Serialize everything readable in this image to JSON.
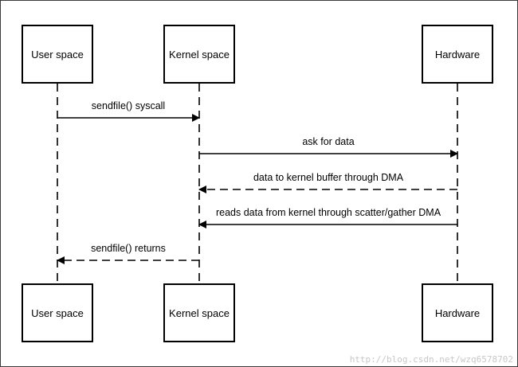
{
  "participants": [
    {
      "id": "user",
      "label": "User space"
    },
    {
      "id": "kernel",
      "label": "Kernel space"
    },
    {
      "id": "hardware",
      "label": "Hardware"
    }
  ],
  "messages": [
    {
      "from": "user",
      "to": "kernel",
      "label": "sendfile() syscall",
      "style": "solid"
    },
    {
      "from": "kernel",
      "to": "hardware",
      "label": "ask for data",
      "style": "solid"
    },
    {
      "from": "hardware",
      "to": "kernel",
      "label": "data to kernel buffer through DMA",
      "style": "dashed"
    },
    {
      "from": "hardware",
      "to": "kernel",
      "label": "reads data from kernel through scatter/gather DMA",
      "style": "solid"
    },
    {
      "from": "kernel",
      "to": "user",
      "label": "sendfile() returns",
      "style": "dashed"
    }
  ],
  "watermark": "http://blog.csdn.net/wzq6578702"
}
